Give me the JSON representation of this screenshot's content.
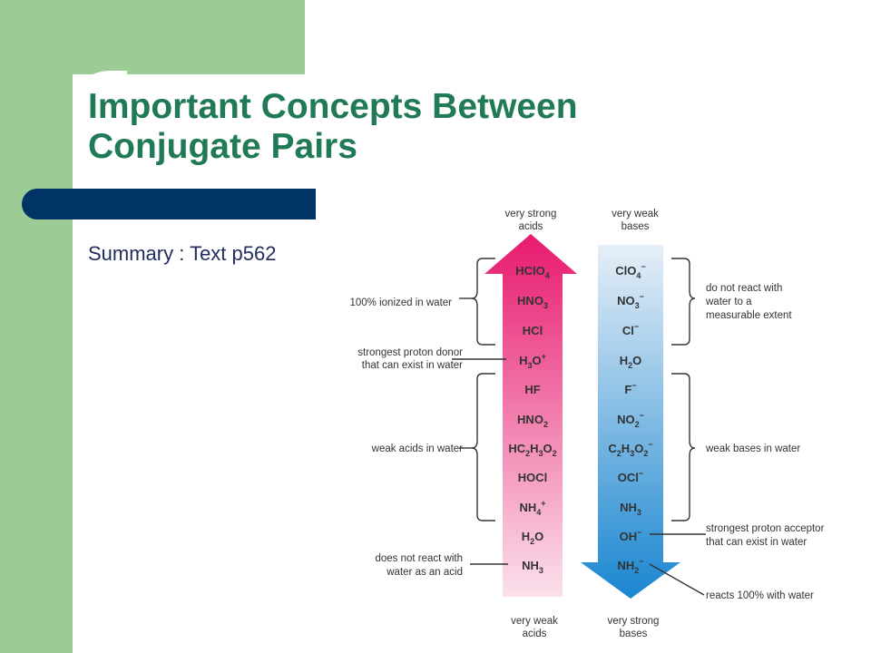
{
  "slide": {
    "title_line1": "Important Concepts Between",
    "title_line2": "Conjugate Pairs",
    "summary": "Summary : Text p562"
  },
  "diagram": {
    "acid_top_label": [
      "very strong",
      "acids"
    ],
    "base_top_label": [
      "very weak",
      "bases"
    ],
    "acid_bottom_label": [
      "very weak",
      "acids"
    ],
    "base_bottom_label": [
      "very strong",
      "bases"
    ],
    "acids": [
      {
        "base": "HClO",
        "sub": "4",
        "sup": ""
      },
      {
        "base": "HNO",
        "sub": "3",
        "sup": ""
      },
      {
        "base": "HCl",
        "sub": "",
        "sup": ""
      },
      {
        "base": "H",
        "sub": "3",
        "tail": "O",
        "sup": "+"
      },
      {
        "base": "HF",
        "sub": "",
        "sup": ""
      },
      {
        "base": "HNO",
        "sub": "2",
        "sup": ""
      },
      {
        "base": "HC",
        "sub": "2",
        "tail": "H",
        "sub2": "3",
        "tail2": "O",
        "sub3": "2",
        "sup": ""
      },
      {
        "base": "HOCl",
        "sub": "",
        "sup": ""
      },
      {
        "base": "NH",
        "sub": "4",
        "sup": "+"
      },
      {
        "base": "H",
        "sub": "2",
        "tail": "O",
        "sup": ""
      },
      {
        "base": "NH",
        "sub": "3",
        "sup": ""
      }
    ],
    "bases": [
      {
        "base": "ClO",
        "sub": "4",
        "sup": "−"
      },
      {
        "base": "NO",
        "sub": "3",
        "sup": "−"
      },
      {
        "base": "Cl",
        "sub": "",
        "sup": "−"
      },
      {
        "base": "H",
        "sub": "2",
        "tail": "O",
        "sup": ""
      },
      {
        "base": "F",
        "sub": "",
        "sup": "−"
      },
      {
        "base": "NO",
        "sub": "2",
        "sup": "−"
      },
      {
        "base": "C",
        "sub": "2",
        "tail": "H",
        "sub2": "3",
        "tail2": "O",
        "sub3": "2",
        "sup": "−"
      },
      {
        "base": "OCl",
        "sub": "",
        "sup": "−"
      },
      {
        "base": "NH",
        "sub": "3",
        "sup": ""
      },
      {
        "base": "OH",
        "sub": "",
        "sup": "−"
      },
      {
        "base": "NH",
        "sub": "2",
        "sup": "−"
      }
    ],
    "left_labels": {
      "ionized": "100% ionized in water",
      "strongest_donor": [
        "strongest proton donor",
        "that can exist in water"
      ],
      "weak_acids": "weak acids in water",
      "no_react_acid": [
        "does not react with",
        "water as an acid"
      ]
    },
    "right_labels": {
      "no_react": [
        "do not react with",
        "water to a",
        "measurable extent"
      ],
      "weak_bases": "weak bases in water",
      "strongest_acceptor": [
        "strongest proton acceptor",
        "that can exist in water"
      ],
      "reacts_100": "reacts 100% with water"
    },
    "colors": {
      "acid_arrow_top": "#e8196e",
      "acid_arrow_bottom": "#fbe1ec",
      "base_arrow_top": "#e6eff8",
      "base_arrow_bottom": "#1a86d0"
    }
  }
}
